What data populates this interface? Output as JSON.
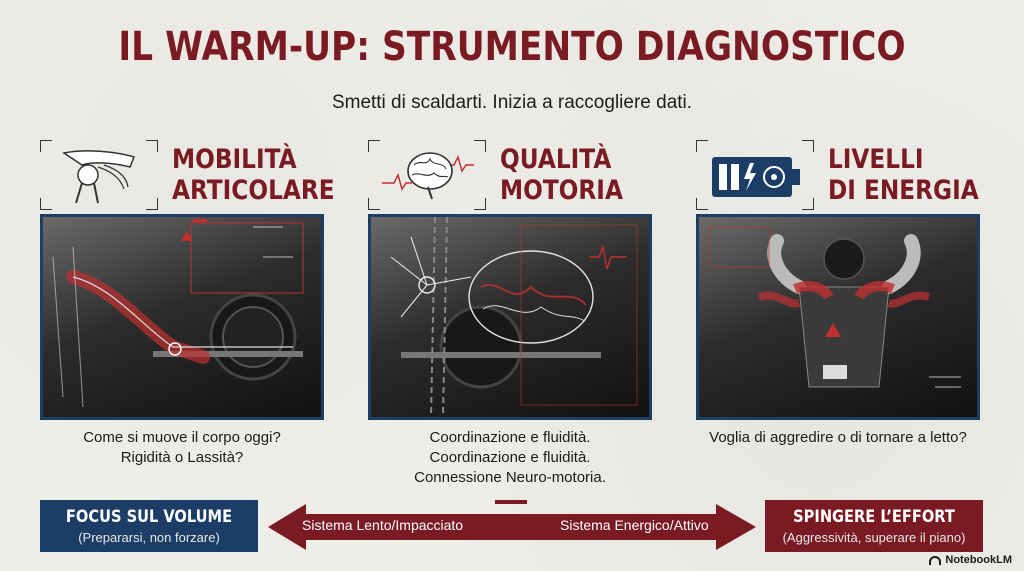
{
  "title": "IL WARM-UP: STRUMENTO DIAGNOSTICO",
  "subtitle": "Smetti di scaldarti. Inizia a raccogliere dati.",
  "columns": [
    {
      "title_line1": "MOBILITÀ",
      "title_line2": "ARTICOLARE",
      "icon": "shoulder-joint-icon",
      "caption_line1": "Come si muove il corpo oggi?",
      "caption_line2": "Rigidità o Lassità?",
      "caption_line3": ""
    },
    {
      "title_line1": "QUALITÀ",
      "title_line2": "MOTORIA",
      "icon": "brain-icon",
      "caption_line1": "Coordinazione e fluidità.",
      "caption_line2": "Coordinazione e fluidità.",
      "caption_line3": "Connessione Neuro-motoria."
    },
    {
      "title_line1": "LIVELLI",
      "title_line2": "DI ENERGIA",
      "icon": "battery-icon",
      "caption_line1": "Voglia di aggredire o di tornare a letto?",
      "caption_line2": "",
      "caption_line3": ""
    }
  ],
  "bottom": {
    "left_title": "FOCUS SUL VOLUME",
    "left_sub": "(Prepararsi, non forzare)",
    "arrow_left_label": "Sistema Lento/Impacciato",
    "arrow_right_label": "Sistema Energico/Attivo",
    "right_title": "SPINGERE L’EFFORT",
    "right_sub": "(Aggressività, superare il piano)"
  },
  "logo": "NotebookLM",
  "colors": {
    "accent_red": "#7a1a22",
    "accent_blue": "#1b3d66",
    "background": "#efede8"
  }
}
